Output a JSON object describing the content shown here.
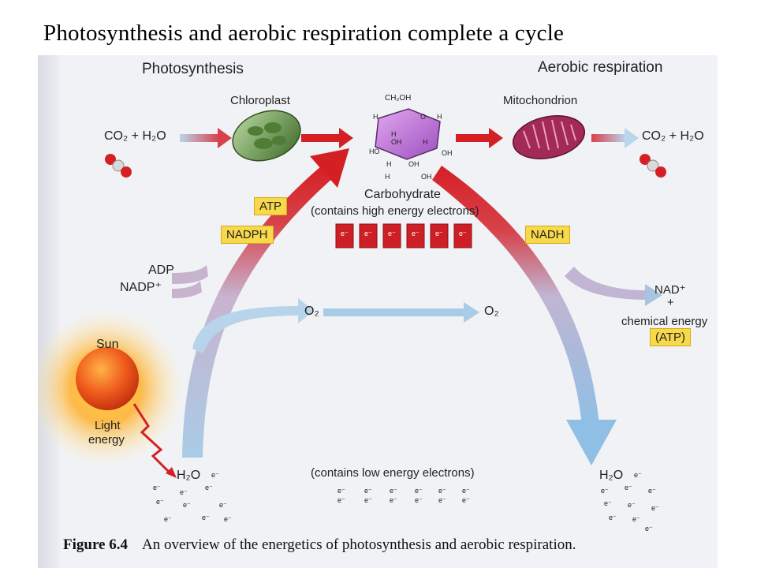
{
  "slide_title": "Photosynthesis and aerobic respiration complete a cycle",
  "diagram": {
    "header_left": "Photosynthesis",
    "header_right": "Aerobic respiration",
    "chloroplast_label": "Chloroplast",
    "mitochondrion_label": "Mitochondrion",
    "co2_h2o": "CO₂ + H₂O",
    "carbohydrate_label": "Carbohydrate",
    "high_energy_note": "(contains high energy electrons)",
    "low_energy_note": "(contains low energy electrons)",
    "atp_tag": "ATP",
    "nadph_tag": "NADPH",
    "nadh_tag": "NADH",
    "adp_label": "ADP",
    "nadp_label": "NADP⁺",
    "o2_label": "O₂",
    "nad_label": "NAD⁺",
    "plus": "+",
    "chemical_energy": "chemical energy",
    "atp_paren": "(ATP)",
    "sun_label": "Sun",
    "light_energy_line1": "Light",
    "light_energy_line2": "energy",
    "h2o_label": "H₂O",
    "electron": "e⁻",
    "glucose": {
      "ch2oh": "CH₂OH",
      "o": "O",
      "h": "H",
      "oh": "OH",
      "ho": "HO"
    }
  },
  "caption": {
    "figure_number": "Figure 6.4",
    "text": "An overview of the energetics of photosynthesis and aerobic respiration."
  },
  "colors": {
    "red_arrow": "#d42025",
    "blue_arrow": "#a9cce6",
    "tag_yellow": "#f8d94a",
    "glucose_purple": "#b66fd0",
    "chloroplast_green": "#5c8d3e",
    "mitochondrion_red": "#a32a55",
    "sun_orange": "#f08a1c"
  }
}
